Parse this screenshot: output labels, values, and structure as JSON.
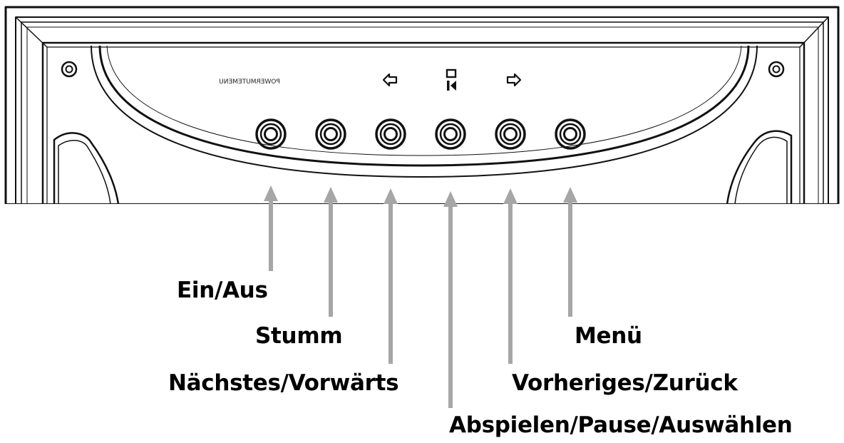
{
  "panel": {
    "printed_text": "POWERMUTEMENU",
    "icons": {
      "left": "arrow-left-icon",
      "middle": "play-pause-select-icon",
      "right": "arrow-right-icon"
    }
  },
  "labels": {
    "power": "Ein/Aus",
    "mute": "Stumm",
    "next": "Nächstes/Vorwärts",
    "play": "Abspielen/Pause/Auswählen",
    "previous": "Vorheriges/Zurück",
    "menu": "Menü"
  },
  "colors": {
    "line": "#111111",
    "arrow": "#a6a6a6",
    "background": "#ffffff"
  }
}
